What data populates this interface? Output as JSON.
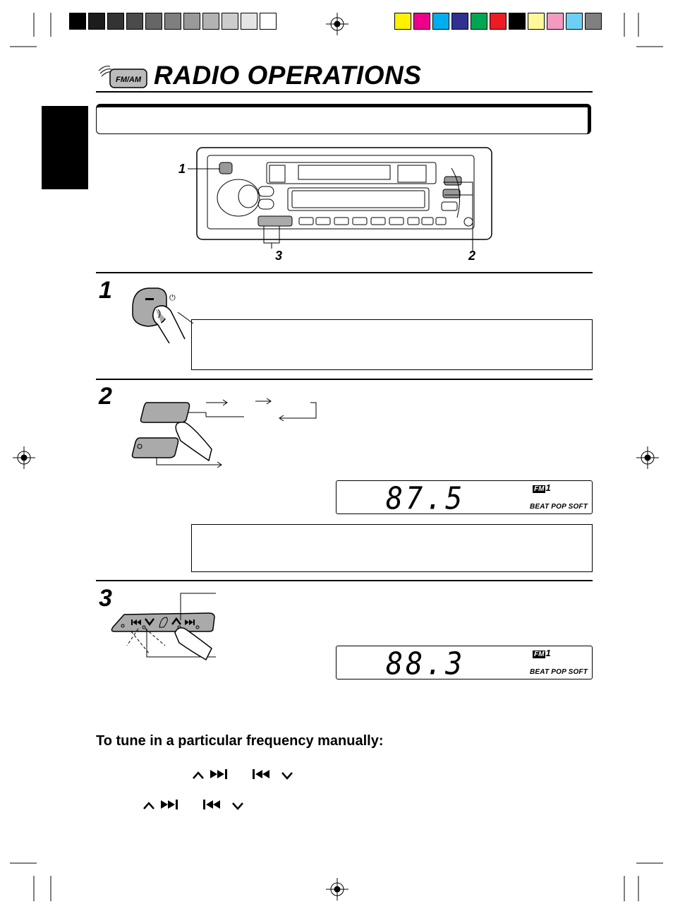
{
  "page": {
    "title": "RADIO OPERATIONS",
    "title_icon": "fm-am-icon",
    "title_icon_label": "FM/AM"
  },
  "color_bar": {
    "grays": [
      "#000000",
      "#1c1c1c",
      "#333333",
      "#4b4b4b",
      "#666666",
      "#7f7f7f",
      "#999999",
      "#b2b2b2",
      "#cccccc",
      "#e5e5e5",
      "#ffffff"
    ],
    "colors": [
      "#fff200",
      "#ec008c",
      "#00aeef",
      "#2e3192",
      "#00a651",
      "#ed1c24",
      "#000000",
      "#fff799",
      "#f49ac1",
      "#6dcff6",
      "#808080"
    ]
  },
  "diagram": {
    "callout_1": "1",
    "callout_2": "2",
    "callout_3": "3"
  },
  "steps": [
    {
      "number": "1",
      "power_symbol": "⏻"
    },
    {
      "number": "2"
    },
    {
      "number": "3"
    }
  ],
  "displays": [
    {
      "freq": "87.5",
      "band": "FM",
      "band_num": "1",
      "modes": "BEAT POP SOFT"
    },
    {
      "freq": "88.3",
      "band": "FM",
      "band_num": "1",
      "modes": "BEAT POP SOFT"
    }
  ],
  "manual_tuning": {
    "heading": "To tune in a particular frequency manually:",
    "line1_symbols": "⌃ ⏭   ⏮ ⌄",
    "line2_symbols": "⌃ ⏭   ⏮ ⌄"
  }
}
